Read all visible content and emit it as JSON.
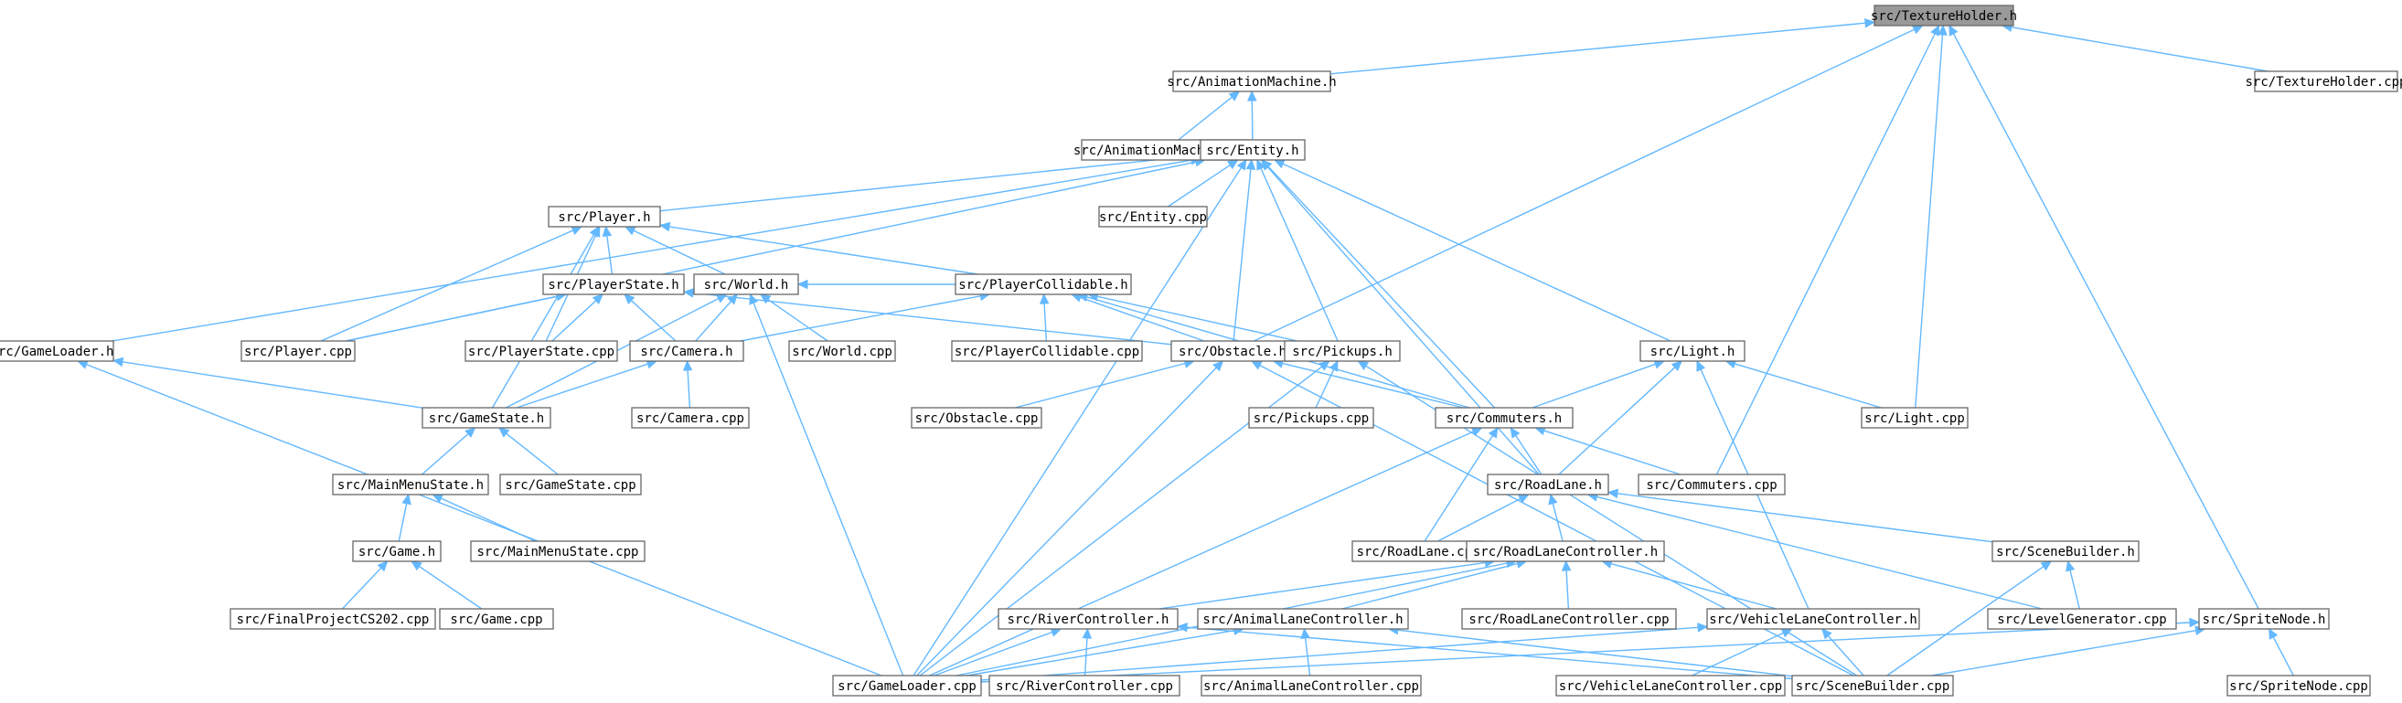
{
  "graph": {
    "root": "src/TextureHolder.h",
    "colors": {
      "edge": "#63b8ff",
      "node_border": "#666666",
      "root_fill": "#999999",
      "node_fill": "#ffffff"
    },
    "nodes": [
      {
        "id": "texture_holder_h",
        "label": "src/TextureHolder.h"
      },
      {
        "id": "animation_machine_h",
        "label": "src/AnimationMachine.h"
      },
      {
        "id": "texture_holder_cpp",
        "label": "src/TextureHolder.cpp"
      },
      {
        "id": "animation_machine_cpp",
        "label": "src/AnimationMachine.cpp"
      },
      {
        "id": "entity_h",
        "label": "src/Entity.h"
      },
      {
        "id": "player_h",
        "label": "src/Player.h"
      },
      {
        "id": "entity_cpp",
        "label": "src/Entity.cpp"
      },
      {
        "id": "player_state_h",
        "label": "src/PlayerState.h"
      },
      {
        "id": "world_h",
        "label": "src/World.h"
      },
      {
        "id": "player_collidable_h",
        "label": "src/PlayerCollidable.h"
      },
      {
        "id": "game_loader_h",
        "label": "src/GameLoader.h"
      },
      {
        "id": "player_cpp",
        "label": "src/Player.cpp"
      },
      {
        "id": "player_state_cpp",
        "label": "src/PlayerState.cpp"
      },
      {
        "id": "camera_h",
        "label": "src/Camera.h"
      },
      {
        "id": "world_cpp",
        "label": "src/World.cpp"
      },
      {
        "id": "player_collidable_cpp",
        "label": "src/PlayerCollidable.cpp"
      },
      {
        "id": "obstacle_h",
        "label": "src/Obstacle.h"
      },
      {
        "id": "pickups_h",
        "label": "src/Pickups.h"
      },
      {
        "id": "light_h",
        "label": "src/Light.h"
      },
      {
        "id": "game_state_h",
        "label": "src/GameState.h"
      },
      {
        "id": "camera_cpp",
        "label": "src/Camera.cpp"
      },
      {
        "id": "obstacle_cpp",
        "label": "src/Obstacle.cpp"
      },
      {
        "id": "pickups_cpp",
        "label": "src/Pickups.cpp"
      },
      {
        "id": "commuters_h",
        "label": "src/Commuters.h"
      },
      {
        "id": "light_cpp",
        "label": "src/Light.cpp"
      },
      {
        "id": "main_menu_state_h",
        "label": "src/MainMenuState.h"
      },
      {
        "id": "game_state_cpp",
        "label": "src/GameState.cpp"
      },
      {
        "id": "road_lane_h",
        "label": "src/RoadLane.h"
      },
      {
        "id": "commuters_cpp",
        "label": "src/Commuters.cpp"
      },
      {
        "id": "game_h",
        "label": "src/Game.h"
      },
      {
        "id": "main_menu_state_cpp",
        "label": "src/MainMenuState.cpp"
      },
      {
        "id": "road_lane_cpp",
        "label": "src/RoadLane.cpp"
      },
      {
        "id": "road_lane_controller_h",
        "label": "src/RoadLaneController.h"
      },
      {
        "id": "scene_builder_h",
        "label": "src/SceneBuilder.h"
      },
      {
        "id": "final_project_cpp",
        "label": "src/FinalProjectCS202.cpp"
      },
      {
        "id": "game_cpp",
        "label": "src/Game.cpp"
      },
      {
        "id": "river_controller_h",
        "label": "src/RiverController.h"
      },
      {
        "id": "animal_lane_controller_h",
        "label": "src/AnimalLaneController.h"
      },
      {
        "id": "road_lane_controller_cpp",
        "label": "src/RoadLaneController.cpp"
      },
      {
        "id": "vehicle_lane_controller_h",
        "label": "src/VehicleLaneController.h"
      },
      {
        "id": "level_generator_cpp",
        "label": "src/LevelGenerator.cpp"
      },
      {
        "id": "sprite_node_h",
        "label": "src/SpriteNode.h"
      },
      {
        "id": "game_loader_cpp",
        "label": "src/GameLoader.cpp"
      },
      {
        "id": "river_controller_cpp",
        "label": "src/RiverController.cpp"
      },
      {
        "id": "animal_lane_controller_cpp",
        "label": "src/AnimalLaneController.cpp"
      },
      {
        "id": "vehicle_lane_controller_cpp",
        "label": "src/VehicleLaneController.cpp"
      },
      {
        "id": "scene_builder_cpp",
        "label": "src/SceneBuilder.cpp"
      },
      {
        "id": "sprite_node_cpp",
        "label": "src/SpriteNode.cpp"
      }
    ],
    "edges": [
      [
        "texture_holder_h",
        "animation_machine_h"
      ],
      [
        "texture_holder_h",
        "texture_holder_cpp"
      ],
      [
        "texture_holder_h",
        "obstacle_h"
      ],
      [
        "texture_holder_h",
        "light_cpp"
      ],
      [
        "texture_holder_h",
        "commuters_cpp"
      ],
      [
        "texture_holder_h",
        "sprite_node_h"
      ],
      [
        "animation_machine_h",
        "animation_machine_cpp"
      ],
      [
        "animation_machine_h",
        "entity_h"
      ],
      [
        "entity_h",
        "player_h"
      ],
      [
        "entity_h",
        "entity_cpp"
      ],
      [
        "entity_h",
        "game_loader_h"
      ],
      [
        "entity_h",
        "game_loader_cpp"
      ],
      [
        "entity_h",
        "player_cpp"
      ],
      [
        "entity_h",
        "obstacle_h"
      ],
      [
        "entity_h",
        "pickups_h"
      ],
      [
        "entity_h",
        "commuters_h"
      ],
      [
        "entity_h",
        "road_lane_h"
      ],
      [
        "entity_h",
        "light_h"
      ],
      [
        "player_h",
        "player_state_h"
      ],
      [
        "player_h",
        "world_h"
      ],
      [
        "player_h",
        "player_collidable_h"
      ],
      [
        "player_h",
        "player_cpp"
      ],
      [
        "player_h",
        "player_state_cpp"
      ],
      [
        "player_h",
        "game_state_h"
      ],
      [
        "player_state_h",
        "player_cpp"
      ],
      [
        "player_state_h",
        "player_state_cpp"
      ],
      [
        "player_state_h",
        "camera_h"
      ],
      [
        "player_state_h",
        "obstacle_h"
      ],
      [
        "world_h",
        "camera_h"
      ],
      [
        "world_h",
        "world_cpp"
      ],
      [
        "world_h",
        "game_state_h"
      ],
      [
        "world_h",
        "game_loader_cpp"
      ],
      [
        "world_h",
        "player_collidable_h"
      ],
      [
        "player_collidable_h",
        "player_collidable_cpp"
      ],
      [
        "player_collidable_h",
        "obstacle_h"
      ],
      [
        "player_collidable_h",
        "pickups_h"
      ],
      [
        "player_collidable_h",
        "commuters_h"
      ],
      [
        "player_collidable_h",
        "camera_h"
      ],
      [
        "game_loader_h",
        "game_state_h"
      ],
      [
        "game_loader_h",
        "game_loader_cpp"
      ],
      [
        "camera_h",
        "camera_cpp"
      ],
      [
        "camera_h",
        "game_state_h"
      ],
      [
        "obstacle_h",
        "obstacle_cpp"
      ],
      [
        "obstacle_h",
        "commuters_h"
      ],
      [
        "obstacle_h",
        "game_loader_cpp"
      ],
      [
        "obstacle_h",
        "scene_builder_cpp"
      ],
      [
        "pickups_h",
        "pickups_cpp"
      ],
      [
        "pickups_h",
        "game_loader_cpp"
      ],
      [
        "pickups_h",
        "scene_builder_cpp"
      ],
      [
        "light_h",
        "commuters_h"
      ],
      [
        "light_h",
        "light_cpp"
      ],
      [
        "light_h",
        "road_lane_h"
      ],
      [
        "light_h",
        "vehicle_lane_controller_h"
      ],
      [
        "game_state_h",
        "main_menu_state_h"
      ],
      [
        "game_state_h",
        "game_state_cpp"
      ],
      [
        "commuters_h",
        "road_lane_h"
      ],
      [
        "commuters_h",
        "commuters_cpp"
      ],
      [
        "commuters_h",
        "road_lane_cpp"
      ],
      [
        "commuters_h",
        "game_loader_cpp"
      ],
      [
        "main_menu_state_h",
        "game_h"
      ],
      [
        "main_menu_state_h",
        "main_menu_state_cpp"
      ],
      [
        "road_lane_h",
        "road_lane_cpp"
      ],
      [
        "road_lane_h",
        "road_lane_controller_h"
      ],
      [
        "road_lane_h",
        "scene_builder_h"
      ],
      [
        "road_lane_h",
        "level_generator_cpp"
      ],
      [
        "game_h",
        "final_project_cpp"
      ],
      [
        "game_h",
        "game_cpp"
      ],
      [
        "road_lane_controller_h",
        "river_controller_h"
      ],
      [
        "road_lane_controller_h",
        "animal_lane_controller_h"
      ],
      [
        "road_lane_controller_h",
        "road_lane_controller_cpp"
      ],
      [
        "road_lane_controller_h",
        "vehicle_lane_controller_h"
      ],
      [
        "road_lane_controller_h",
        "game_loader_cpp"
      ],
      [
        "scene_builder_h",
        "level_generator_cpp"
      ],
      [
        "scene_builder_h",
        "scene_builder_cpp"
      ],
      [
        "river_controller_h",
        "game_loader_cpp"
      ],
      [
        "river_controller_h",
        "river_controller_cpp"
      ],
      [
        "river_controller_h",
        "scene_builder_cpp"
      ],
      [
        "animal_lane_controller_h",
        "game_loader_cpp"
      ],
      [
        "animal_lane_controller_h",
        "animal_lane_controller_cpp"
      ],
      [
        "animal_lane_controller_h",
        "scene_builder_cpp"
      ],
      [
        "vehicle_lane_controller_h",
        "game_loader_cpp"
      ],
      [
        "vehicle_lane_controller_h",
        "vehicle_lane_controller_cpp"
      ],
      [
        "vehicle_lane_controller_h",
        "scene_builder_cpp"
      ],
      [
        "sprite_node_h",
        "game_loader_cpp"
      ],
      [
        "sprite_node_h",
        "scene_builder_cpp"
      ],
      [
        "sprite_node_h",
        "sprite_node_cpp"
      ]
    ]
  }
}
